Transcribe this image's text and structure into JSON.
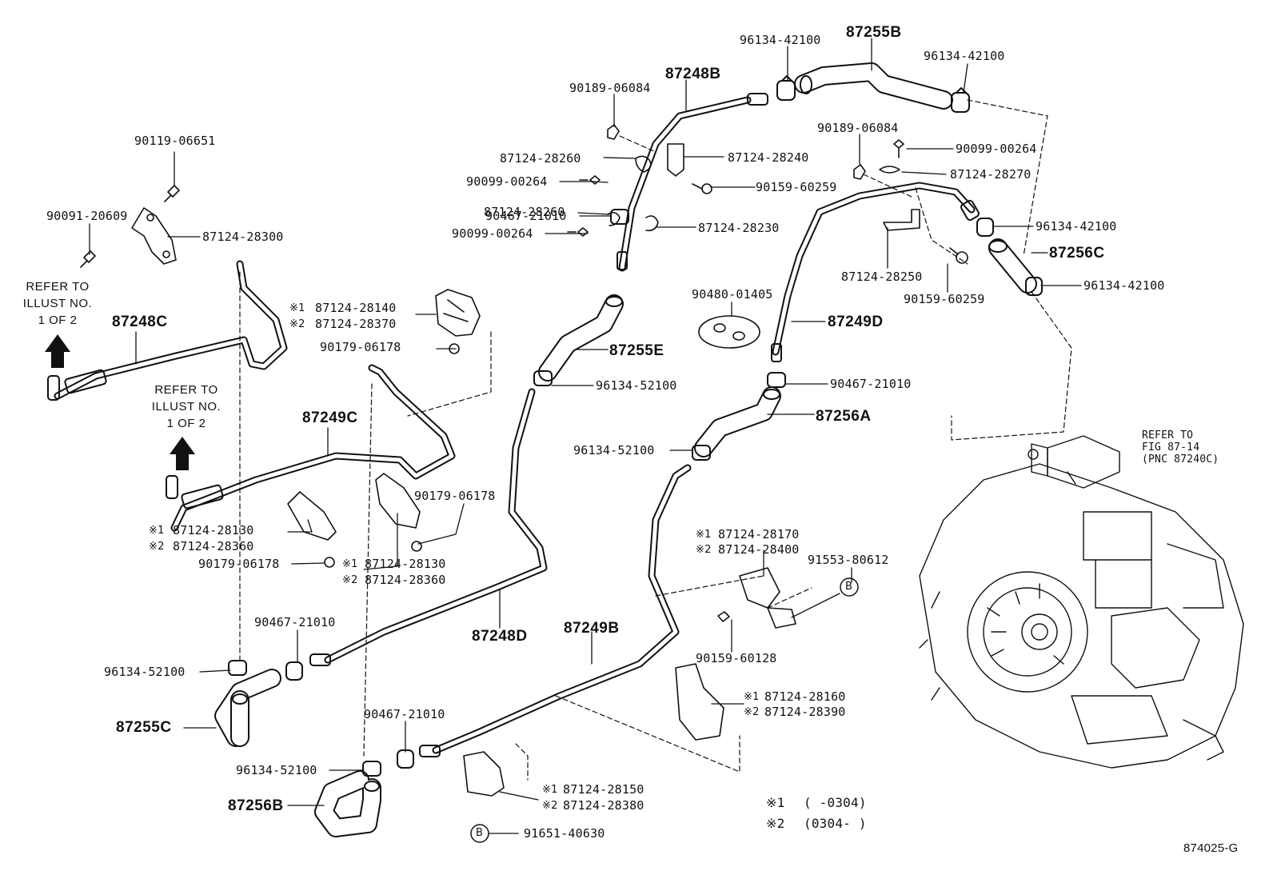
{
  "labels": {
    "p96134_42100_a": "96134-42100",
    "p87255B": "87255B",
    "p96134_42100_b": "96134-42100",
    "p90189_06084_a": "90189-06084",
    "p87248B": "87248B",
    "p90189_06084_b": "90189-06084",
    "p90099_00264_a": "90099-00264",
    "p90119_06651": "90119-06651",
    "p87124_28260_a": "87124-28260",
    "p87124_28240": "87124-28240",
    "p87124_28270": "87124-28270",
    "p90099_00264_b": "90099-00264",
    "p90159_60259": "90159-60259",
    "p90091_20609": "90091-20609",
    "p87124_28260_b": "87124-28260",
    "p87124_28300": "87124-28300",
    "p90099_00264_c": "90099-00264",
    "p87124_28230": "87124-28230",
    "p96134_42100_c": "96134-42100",
    "p87256C": "87256C",
    "p87124_28250": "87124-28250",
    "p90467_21010_a": "90467-21010",
    "p96134_42100_d": "96134-42100",
    "p87124_28140": "87124-28140",
    "p87124_28370": "87124-28370",
    "p90480_01405": "90480-01405",
    "p90159_60259_b": "90159-60259",
    "p87248C": "87248C",
    "p87249D": "87249D",
    "p90179_06178_a": "90179-06178",
    "p87255E": "87255E",
    "p96134_52100_a": "96134-52100",
    "p90467_21010_b": "90467-21010",
    "p87249C": "87249C",
    "p87256A": "87256A",
    "p96134_52100_b": "96134-52100",
    "p90179_06178_b": "90179-06178",
    "p87124_28130_a": "87124-28130",
    "p87124_28360_a": "87124-28360",
    "p87124_28170": "87124-28170",
    "p87124_28400": "87124-28400",
    "p91553_80612": "91553-80612",
    "p90179_06178_c": "90179-06178",
    "p87124_28130_b": "87124-28130",
    "p87124_28360_b": "87124-28360",
    "p90467_21010_c": "90467-21010",
    "p87248D": "87248D",
    "p87249B": "87249B",
    "p96134_52100_c": "96134-52100",
    "p90159_60128": "90159-60128",
    "p87124_28160": "87124-28160",
    "p87124_28390": "87124-28390",
    "p87255C": "87255C",
    "p90467_21010_d": "90467-21010",
    "p96134_52100_d": "96134-52100",
    "p87124_28150": "87124-28150",
    "p87124_28380": "87124-28380",
    "p87256B": "87256B",
    "p91651_40630": "91651-40630"
  },
  "refer_notes": {
    "left_top": [
      "REFER TO",
      "ILLUST NO.",
      "1 OF 2"
    ],
    "left_mid": [
      "REFER TO",
      "ILLUST NO.",
      "1 OF 2"
    ],
    "fig": [
      "REFER TO",
      "FIG 87-14",
      "(PNC 87240C)"
    ]
  },
  "markers": {
    "note1": "※1",
    "note2": "※2",
    "circle_b": "B"
  },
  "legend": {
    "row1_mark": "※1",
    "row1_text": "(     -0304)",
    "row2_mark": "※2",
    "row2_text": "(0304-     )"
  },
  "figure_id": "874025-G"
}
